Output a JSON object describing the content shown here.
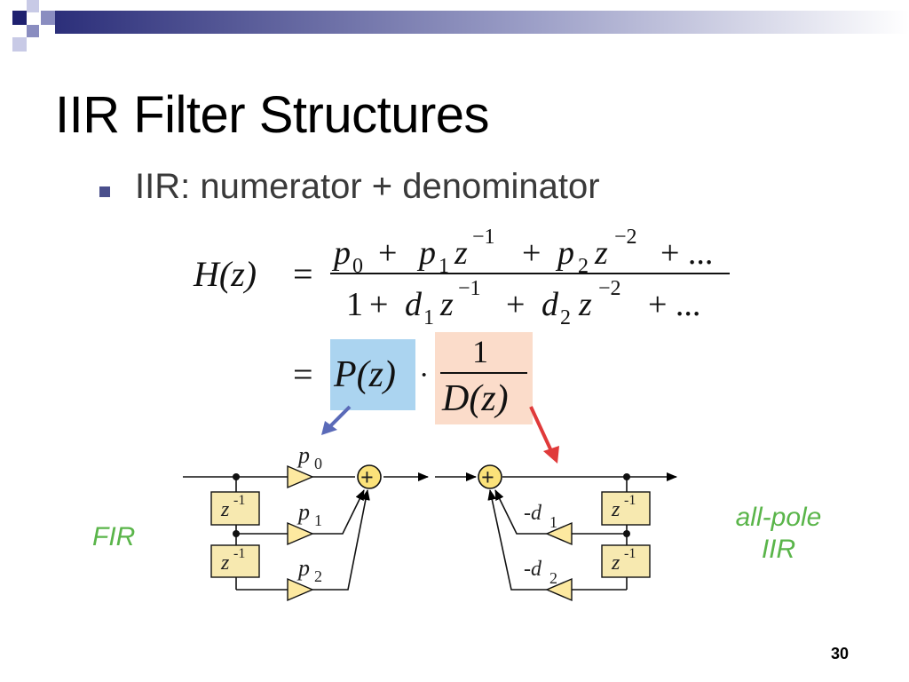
{
  "slide": {
    "title": "IIR Filter Structures",
    "bullet": "IIR: numerator + denominator",
    "page_number": "30"
  },
  "equation": {
    "lhs": "H(z)",
    "eq_sign": "=",
    "num_p0": "p",
    "num_p0_sub": "0",
    "plus": "+",
    "num_p1": "p",
    "num_p1_sub": "1",
    "z": "z",
    "exp_m1": "−1",
    "num_p2": "p",
    "num_p2_sub": "2",
    "exp_m2": "−2",
    "ellipsis": "+ ...",
    "den_one": "1",
    "den_d": "d",
    "den_d1_sub": "1",
    "den_d2_sub": "2",
    "pz": "P(z)",
    "dot": "·",
    "one": "1",
    "dz": "D(z)"
  },
  "fir_diagram": {
    "label": "FIR",
    "delay_z": "z",
    "delay_exp": "-1",
    "coef_p": "p",
    "coef_subs": [
      "0",
      "1",
      "2"
    ],
    "adder": "+"
  },
  "iir_diagram": {
    "label_line1": "all-pole",
    "label_line2": "IIR",
    "delay_z": "z",
    "delay_exp": "-1",
    "coef_prefix": "-d",
    "coef_subs": [
      "1",
      "2"
    ],
    "adder": "+"
  },
  "colors": {
    "pz_highlight": "#abd4f0",
    "dz_highlight": "#fbdcca",
    "blue_arrow": "#5a6ab8",
    "red_arrow": "#e03a3a",
    "gain_fill": "#fde9a0",
    "delay_fill": "#f7e9b0",
    "adder_fill": "#fbe27a",
    "label_green": "#5ab54a"
  }
}
